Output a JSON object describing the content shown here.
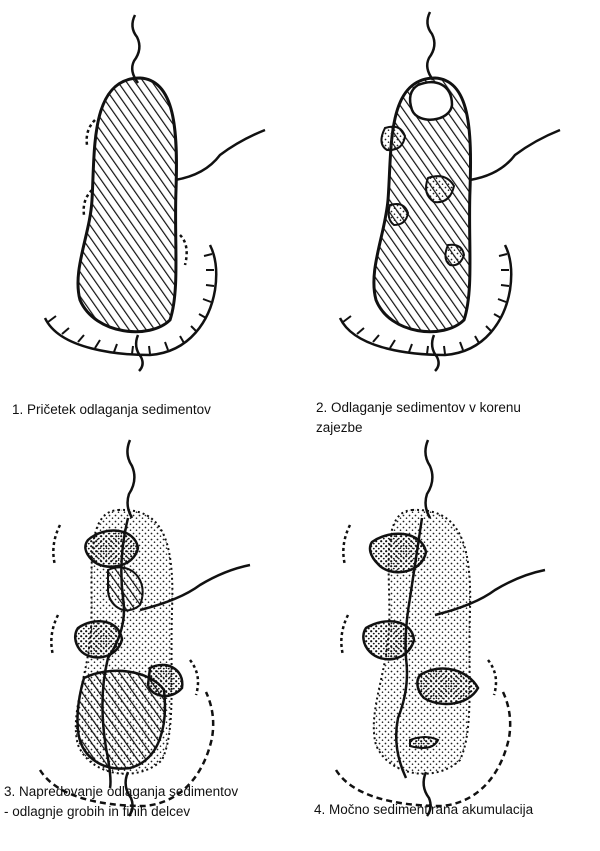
{
  "captions": {
    "p1": "1. Pričetek odlaganja sedimentov",
    "p2_line1": "2. Odlaganje sedimentov v korenu",
    "p2_line2": "zajezbe",
    "p3_line1": "3. Napredovanje odlaganja sedimentov",
    "p3_line2": "- odlagnje grobih in finih delcev",
    "p4": "4. Močno sedimentirana akumulacija"
  }
}
